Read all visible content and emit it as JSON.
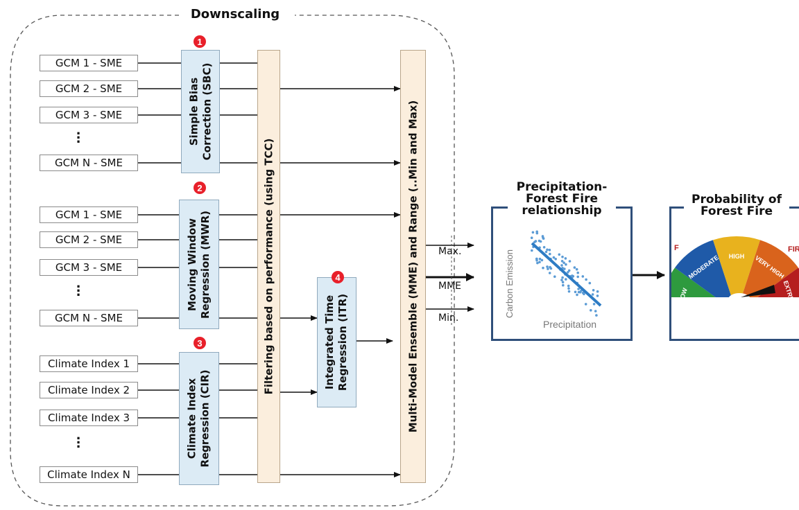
{
  "downscaling_title": "Downscaling",
  "group1": {
    "badge": "1",
    "inputs": [
      "GCM 1 - SME",
      "GCM 2 - SME",
      "GCM 3 - SME",
      "GCM N - SME"
    ],
    "method": "Simple Bias Correction (SBC)",
    "method_line1": "Simple Bias",
    "method_line2": "Correction (SBC)"
  },
  "group2": {
    "badge": "2",
    "inputs": [
      "GCM 1 - SME",
      "GCM 2 - SME",
      "GCM 3 - SME",
      "GCM N - SME"
    ],
    "method_line1": "Moving Window",
    "method_line2": "Regression (MWR)"
  },
  "group3": {
    "badge": "3",
    "inputs": [
      "Climate Index 1",
      "Climate Index 2",
      "Climate Index 3",
      "Climate Index N"
    ],
    "method_line1": "Climate Index",
    "method_line2": "Regression (CIR)"
  },
  "itr": {
    "badge": "4",
    "line1": "Integrated Time",
    "line2": "Regression (ITR)"
  },
  "filter_label": "Filtering based on performance (using TCC)",
  "ensemble_label": "Multi-Model Ensemble (MME) and Range (..Min and Max)",
  "outputs": {
    "max": "Max.",
    "mme": "MME",
    "min": "Min."
  },
  "precip_panel": {
    "title_line1": "Precipitation-",
    "title_line2": "Forest Fire",
    "title_line3": "relationship",
    "ylabel": "Carbon Emission",
    "xlabel": "Precipitation"
  },
  "prob_panel": {
    "title_line1": "Probability of",
    "title_line2": "Forest Fire",
    "gauge_labels": [
      "LOW",
      "MODERATE",
      "HIGH",
      "VERY HIGH",
      "EXTREME"
    ],
    "edge_left": "F",
    "edge_right": "FIRE"
  },
  "colors": {
    "box_fill": "#dcebf5",
    "badge": "#e8202a",
    "panel_border": "#2f4f7a",
    "scatter": "#2e7cc4",
    "gauge": [
      "#2e9a3e",
      "#1f5aa8",
      "#e8b21e",
      "#d9631c",
      "#b51e1e"
    ]
  }
}
